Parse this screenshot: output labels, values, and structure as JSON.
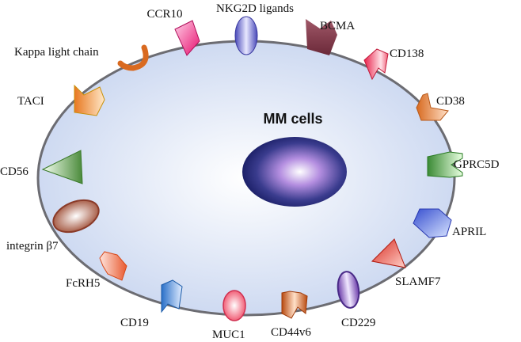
{
  "title": "MM cells",
  "antigens": [
    {
      "key": "ccr10",
      "label": "CCR10",
      "color": "#f0167a"
    },
    {
      "key": "nkg2d",
      "label": "NKG2D ligands",
      "color": "#7a7ad6"
    },
    {
      "key": "bcma",
      "label": "BCMA",
      "color": "#8a4150"
    },
    {
      "key": "kappa",
      "label": "Kappa light chain",
      "color": "#d96a20"
    },
    {
      "key": "cd138",
      "label": "CD138",
      "color": "#ef3c5a"
    },
    {
      "key": "taci",
      "label": "TACI",
      "color": "#e8902a"
    },
    {
      "key": "cd38",
      "label": "CD38",
      "color": "#e07628"
    },
    {
      "key": "cd56",
      "label": "CD56",
      "color": "#6a9a58"
    },
    {
      "key": "gprc5d",
      "label": "GPRC5D",
      "color": "#4e9a4a"
    },
    {
      "key": "april",
      "label": "APRIL",
      "color": "#5a78e0"
    },
    {
      "key": "integrin",
      "label": "integrin β7",
      "color": "#b06048"
    },
    {
      "key": "fcrh5",
      "label": "FcRH5",
      "color": "#ef7048"
    },
    {
      "key": "slamf7",
      "label": "SLAMF7",
      "color": "#e03a30"
    },
    {
      "key": "cd19",
      "label": "CD19",
      "color": "#4a8ad8"
    },
    {
      "key": "cd229",
      "label": "CD229",
      "color": "#8050b8"
    },
    {
      "key": "muc1",
      "label": "MUC1",
      "color": "#f0607a"
    },
    {
      "key": "cd44v6",
      "label": "CD44v6",
      "color": "#c85a18"
    }
  ]
}
